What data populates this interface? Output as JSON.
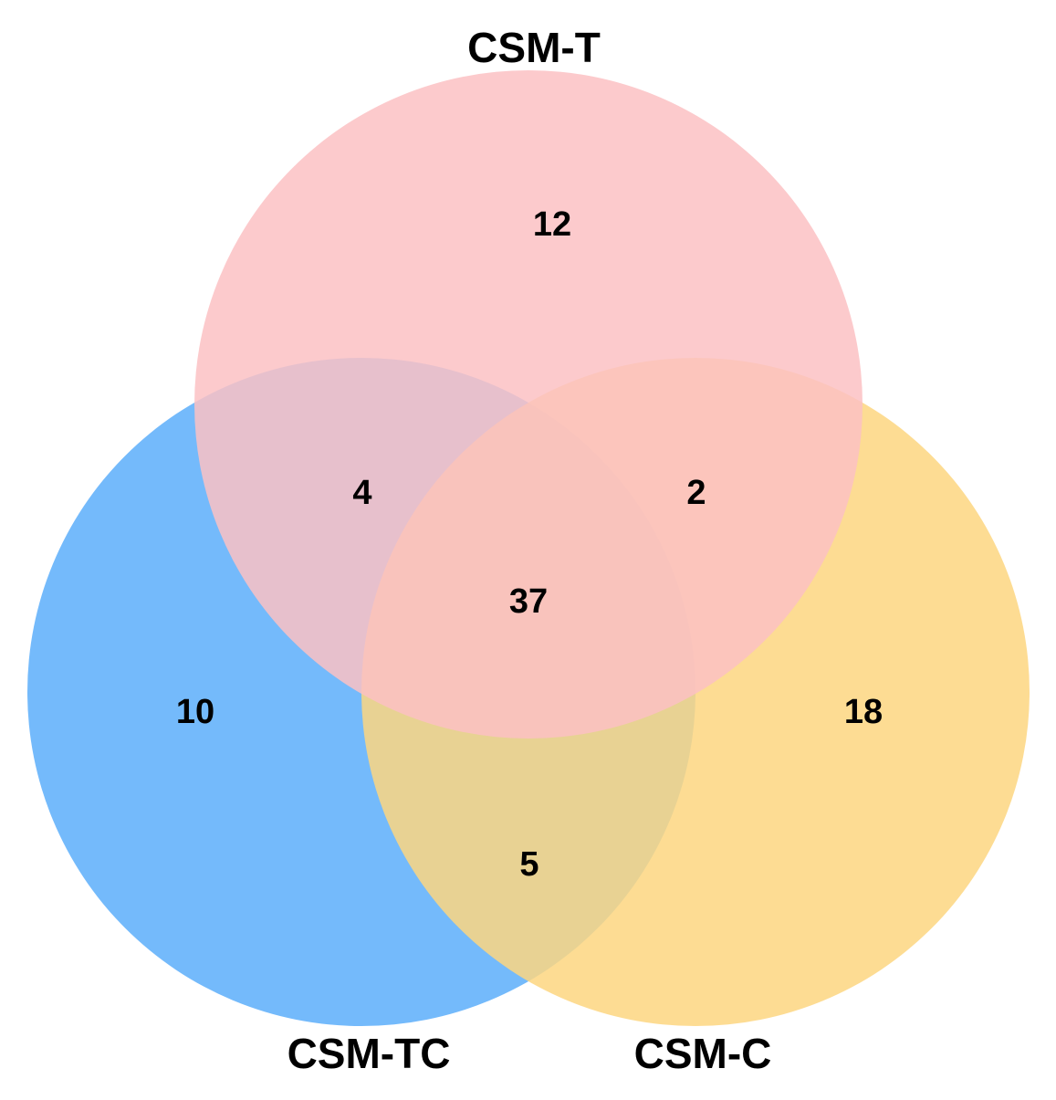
{
  "diagram": {
    "type": "venn3",
    "sets": [
      {
        "id": "tc",
        "label": "CSM-TC",
        "color": "#6db6fb"
      },
      {
        "id": "c",
        "label": "CSM-C",
        "color": "#fdd680"
      },
      {
        "id": "t",
        "label": "CSM-T",
        "color": "#fcc1c3"
      }
    ],
    "regions": {
      "t_only": "12",
      "tc_only": "10",
      "c_only": "18",
      "t_tc": "4",
      "t_c": "2",
      "tc_c": "5",
      "all": "37"
    }
  }
}
